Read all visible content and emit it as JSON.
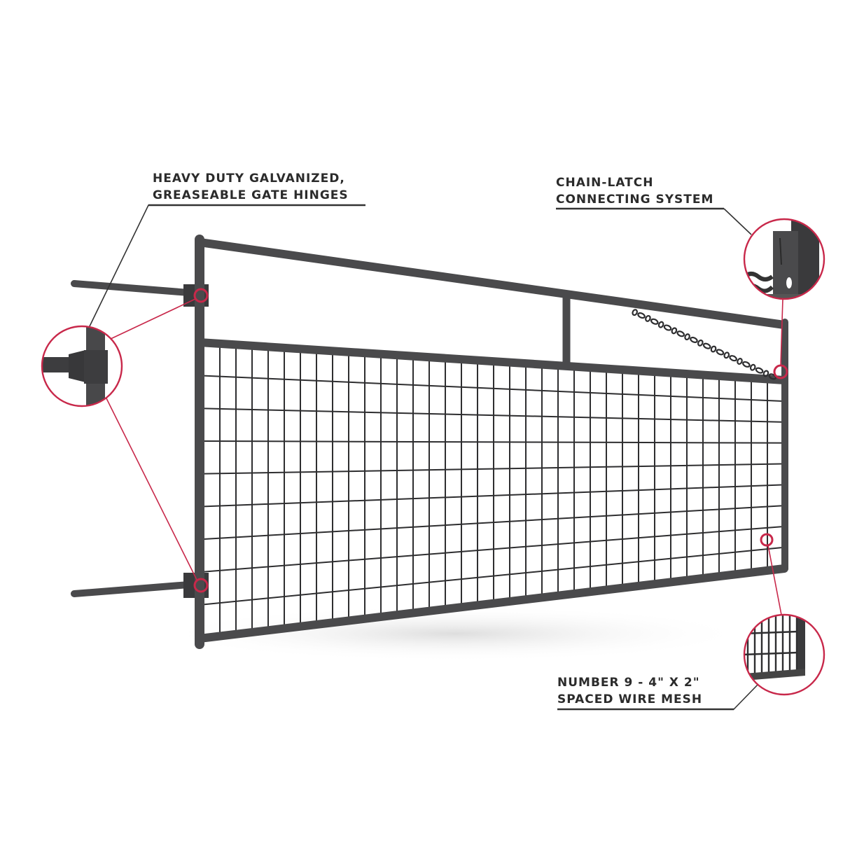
{
  "diagram": {
    "subject": "Wire mesh livestock gate",
    "colors": {
      "frame": "#4a4a4c",
      "frame_dark": "#3a3a3c",
      "mesh": "#2e2e30",
      "callout": "#c8284a",
      "leader": "#333333",
      "background": "#ffffff"
    },
    "callouts": [
      {
        "id": "hinges",
        "line1": "HEAVY DUTY GALVANIZED,",
        "line2": "GREASEABLE GATE HINGES",
        "detail_icon": "hinge-closeup-icon"
      },
      {
        "id": "latch",
        "line1": "CHAIN-LATCH",
        "line2": "CONNECTING SYSTEM",
        "detail_icon": "chain-latch-closeup-icon"
      },
      {
        "id": "mesh",
        "line1": "NUMBER 9 - 4\" X 2\"",
        "line2": "SPACED WIRE MESH",
        "detail_icon": "wire-mesh-closeup-icon"
      }
    ]
  }
}
